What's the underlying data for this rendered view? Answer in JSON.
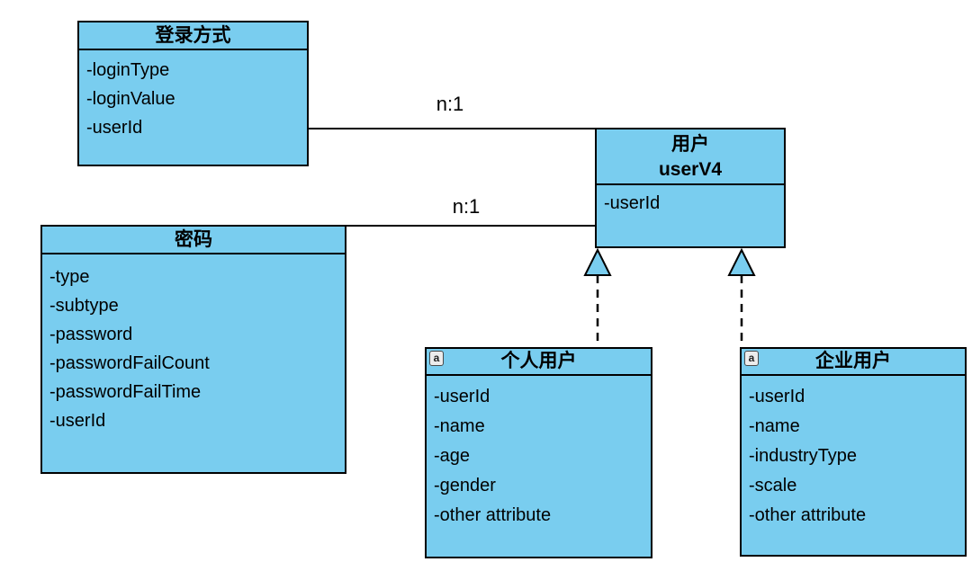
{
  "diagram": {
    "type": "uml-class-diagram",
    "colors": {
      "class_fill": "#79CDEF",
      "class_border": "#000000",
      "background": "#FFFFFF",
      "badge_fill": "#ECECEC"
    },
    "classes": {
      "login_method": {
        "title": "登录方式",
        "attributes": [
          "-loginType",
          "-loginValue",
          "-userId"
        ]
      },
      "password": {
        "title": "密码",
        "attributes": [
          "-type",
          "-subtype",
          "-password",
          "-passwordFailCount",
          "-passwordFailTime",
          "-userId"
        ]
      },
      "user": {
        "title": "用户",
        "subtitle": "userV4",
        "attributes": [
          "-userId"
        ]
      },
      "personal_user": {
        "title": "个人用户",
        "badge": "a",
        "attributes": [
          "-userId",
          "-name",
          "-age",
          "-gender",
          "-other attribute"
        ]
      },
      "enterprise_user": {
        "title": "企业用户",
        "badge": "a",
        "attributes": [
          "-userId",
          "-name",
          "-industryType",
          "-scale",
          "-other attribute"
        ]
      }
    },
    "connections": {
      "login_to_user": {
        "type": "association",
        "label": "n:1"
      },
      "password_to_user": {
        "type": "association",
        "label": "n:1"
      },
      "personal_to_user": {
        "type": "generalization",
        "style": "dashed"
      },
      "enterprise_to_user": {
        "type": "generalization",
        "style": "dashed"
      }
    }
  }
}
